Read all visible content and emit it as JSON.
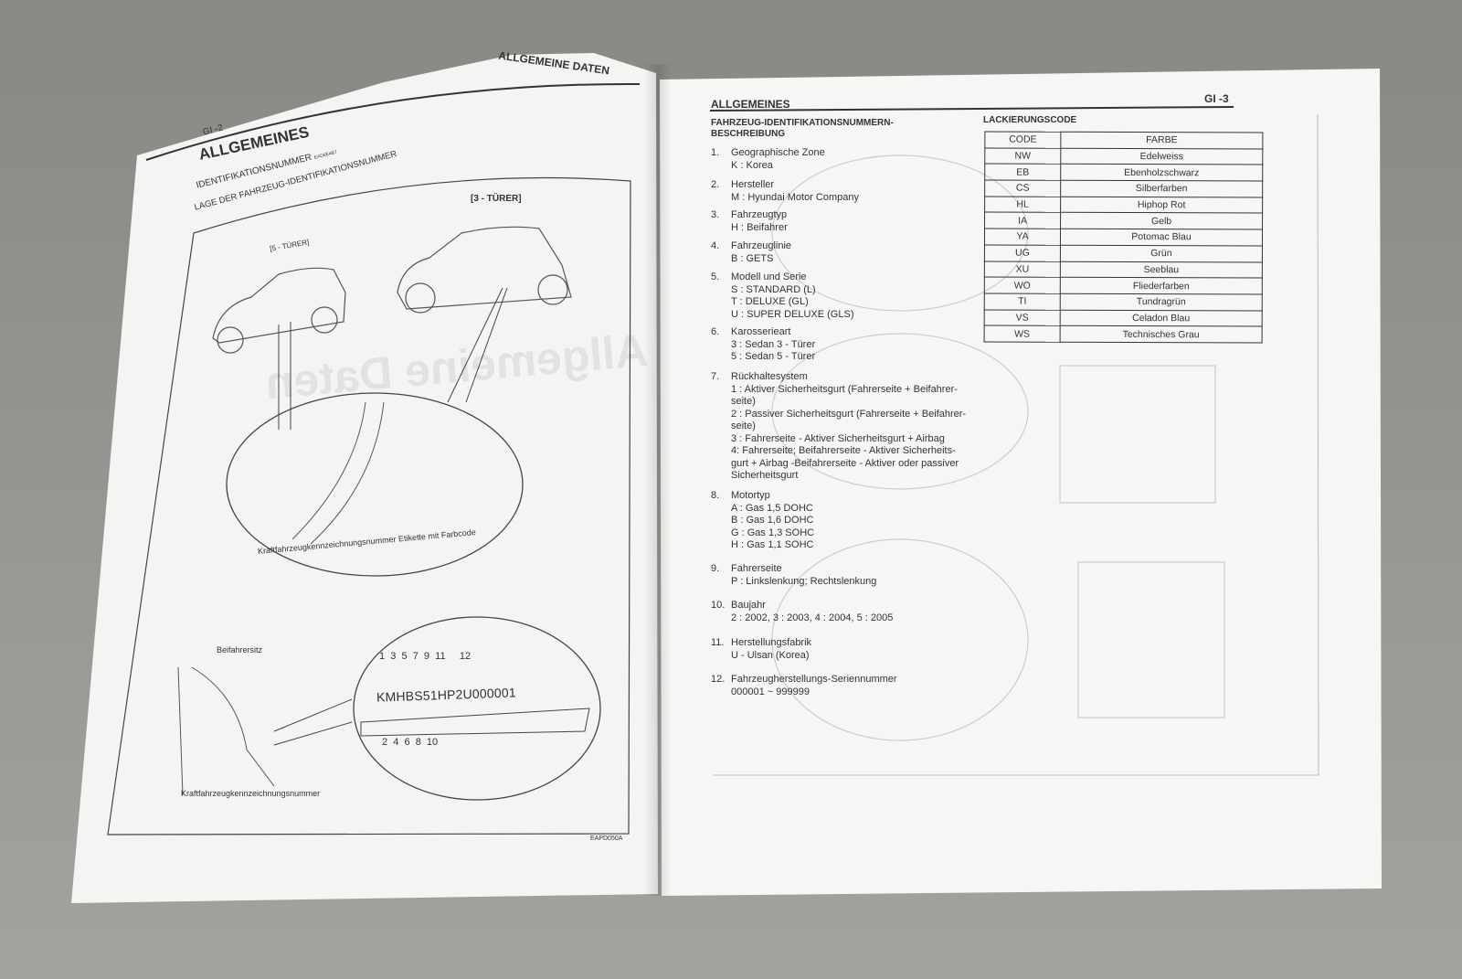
{
  "left_page": {
    "running_header": "ALLGEMEINE DATEN",
    "page_number": "GI -2",
    "title": "ALLGEMEINES",
    "section": "IDENTIFIKATIONSNUMMER",
    "section_code": "EAD6E4B7",
    "subsection": "LAGE DER FAHRZEUG-IDENTIFIKATIONSNUMMER",
    "ghost_title": "Allgemeine Daten",
    "label_3door": "[3 - TÜRER]",
    "label_5door": "[5 - TÜRER]",
    "label_sticker": "Kraftfahrzeugkennzeichnungsnummer Etikette mit Farbcode",
    "label_passenger_seat": "Beifahrersitz",
    "label_vin": "Kraftfahrzeugkennzeichnungsnummer",
    "vin": "KMHBS51HP2U000001",
    "vin_top_positions": "1  3  5  7  9  11     12",
    "vin_bottom_positions": "2  4  6  8  10",
    "figure_code": "EAPD050A"
  },
  "right_page": {
    "running_header": "ALLGEMEINES",
    "page_number": "GI -3",
    "vin_heading": "FAHRZEUG-IDENTIFIKATIONSNUMMERN-BESCHREIBUNG",
    "vin_items": [
      {
        "n": "1.",
        "title": "Geographische Zone",
        "lines": [
          "K : Korea"
        ]
      },
      {
        "n": "2.",
        "title": "Hersteller",
        "lines": [
          "M : Hyundai Motor Company"
        ]
      },
      {
        "n": "3.",
        "title": "Fahrzeugtyp",
        "lines": [
          "H : Beifahrer"
        ]
      },
      {
        "n": "4.",
        "title": "Fahrzeuglinie",
        "lines": [
          "B : GETS"
        ]
      },
      {
        "n": "5.",
        "title": "Modell und Serie",
        "lines": [
          "S : STANDARD (L)",
          "T : DELUXE (GL)",
          "U : SUPER DELUXE (GLS)"
        ]
      },
      {
        "n": "6.",
        "title": "Karosserieart",
        "lines": [
          "3 : Sedan 3 - Türer",
          "5 : Sedan 5 - Türer"
        ]
      },
      {
        "n": "7.",
        "title": "Rückhaltesystem",
        "lines": [
          "1 : Aktiver Sicherheitsgurt (Fahrerseite + Beifahrer-",
          "seite)",
          "2 : Passiver Sicherheitsgurt (Fahrerseite + Beifahrer-",
          "seite)",
          "3 : Fahrerseite - Aktiver Sicherheitsgurt + Airbag",
          "4: Fahrerseite; Beifahrerseite - Aktiver Sicherheits-",
          "gurt + Airbag -Beifahrerseite - Aktiver oder passiver",
          "Sicherheitsgurt"
        ]
      },
      {
        "n": "8.",
        "title": "Motortyp",
        "lines": [
          "A : Gas 1,5 DOHC",
          "B : Gas 1,6 DOHC",
          "G : Gas 1,3 SOHC",
          "H : Gas 1,1 SOHC"
        ]
      },
      {
        "n": "9.",
        "title": "Fahrerseite",
        "lines": [
          "P : Linkslenkung; Rechtslenkung"
        ]
      },
      {
        "n": "10.",
        "title": "Baujahr",
        "lines": [
          "2 : 2002, 3 : 2003, 4 : 2004, 5 : 2005"
        ]
      },
      {
        "n": "11.",
        "title": "Herstellungsfabrik",
        "lines": [
          "U - Ulsan (Korea)"
        ]
      },
      {
        "n": "12.",
        "title": "Fahrzeugherstellungs-Seriennummer",
        "lines": [
          "000001 ~ 999999"
        ]
      }
    ],
    "paint_heading": "LACKIERUNGSCODE",
    "paint_table": {
      "headers": [
        "CODE",
        "FARBE"
      ],
      "rows": [
        [
          "NW",
          "Edelweiss"
        ],
        [
          "EB",
          "Ebenholzschwarz"
        ],
        [
          "CS",
          "Silberfarben"
        ],
        [
          "HL",
          "Hiphop Rot"
        ],
        [
          "IA",
          "Gelb"
        ],
        [
          "YA",
          "Potomac Blau"
        ],
        [
          "UG",
          "Grün"
        ],
        [
          "XU",
          "Seeblau"
        ],
        [
          "WO",
          "Fliederfarben"
        ],
        [
          "TI",
          "Tundragrün"
        ],
        [
          "VS",
          "Celadon Blau"
        ],
        [
          "WS",
          "Technisches Grau"
        ]
      ]
    }
  }
}
